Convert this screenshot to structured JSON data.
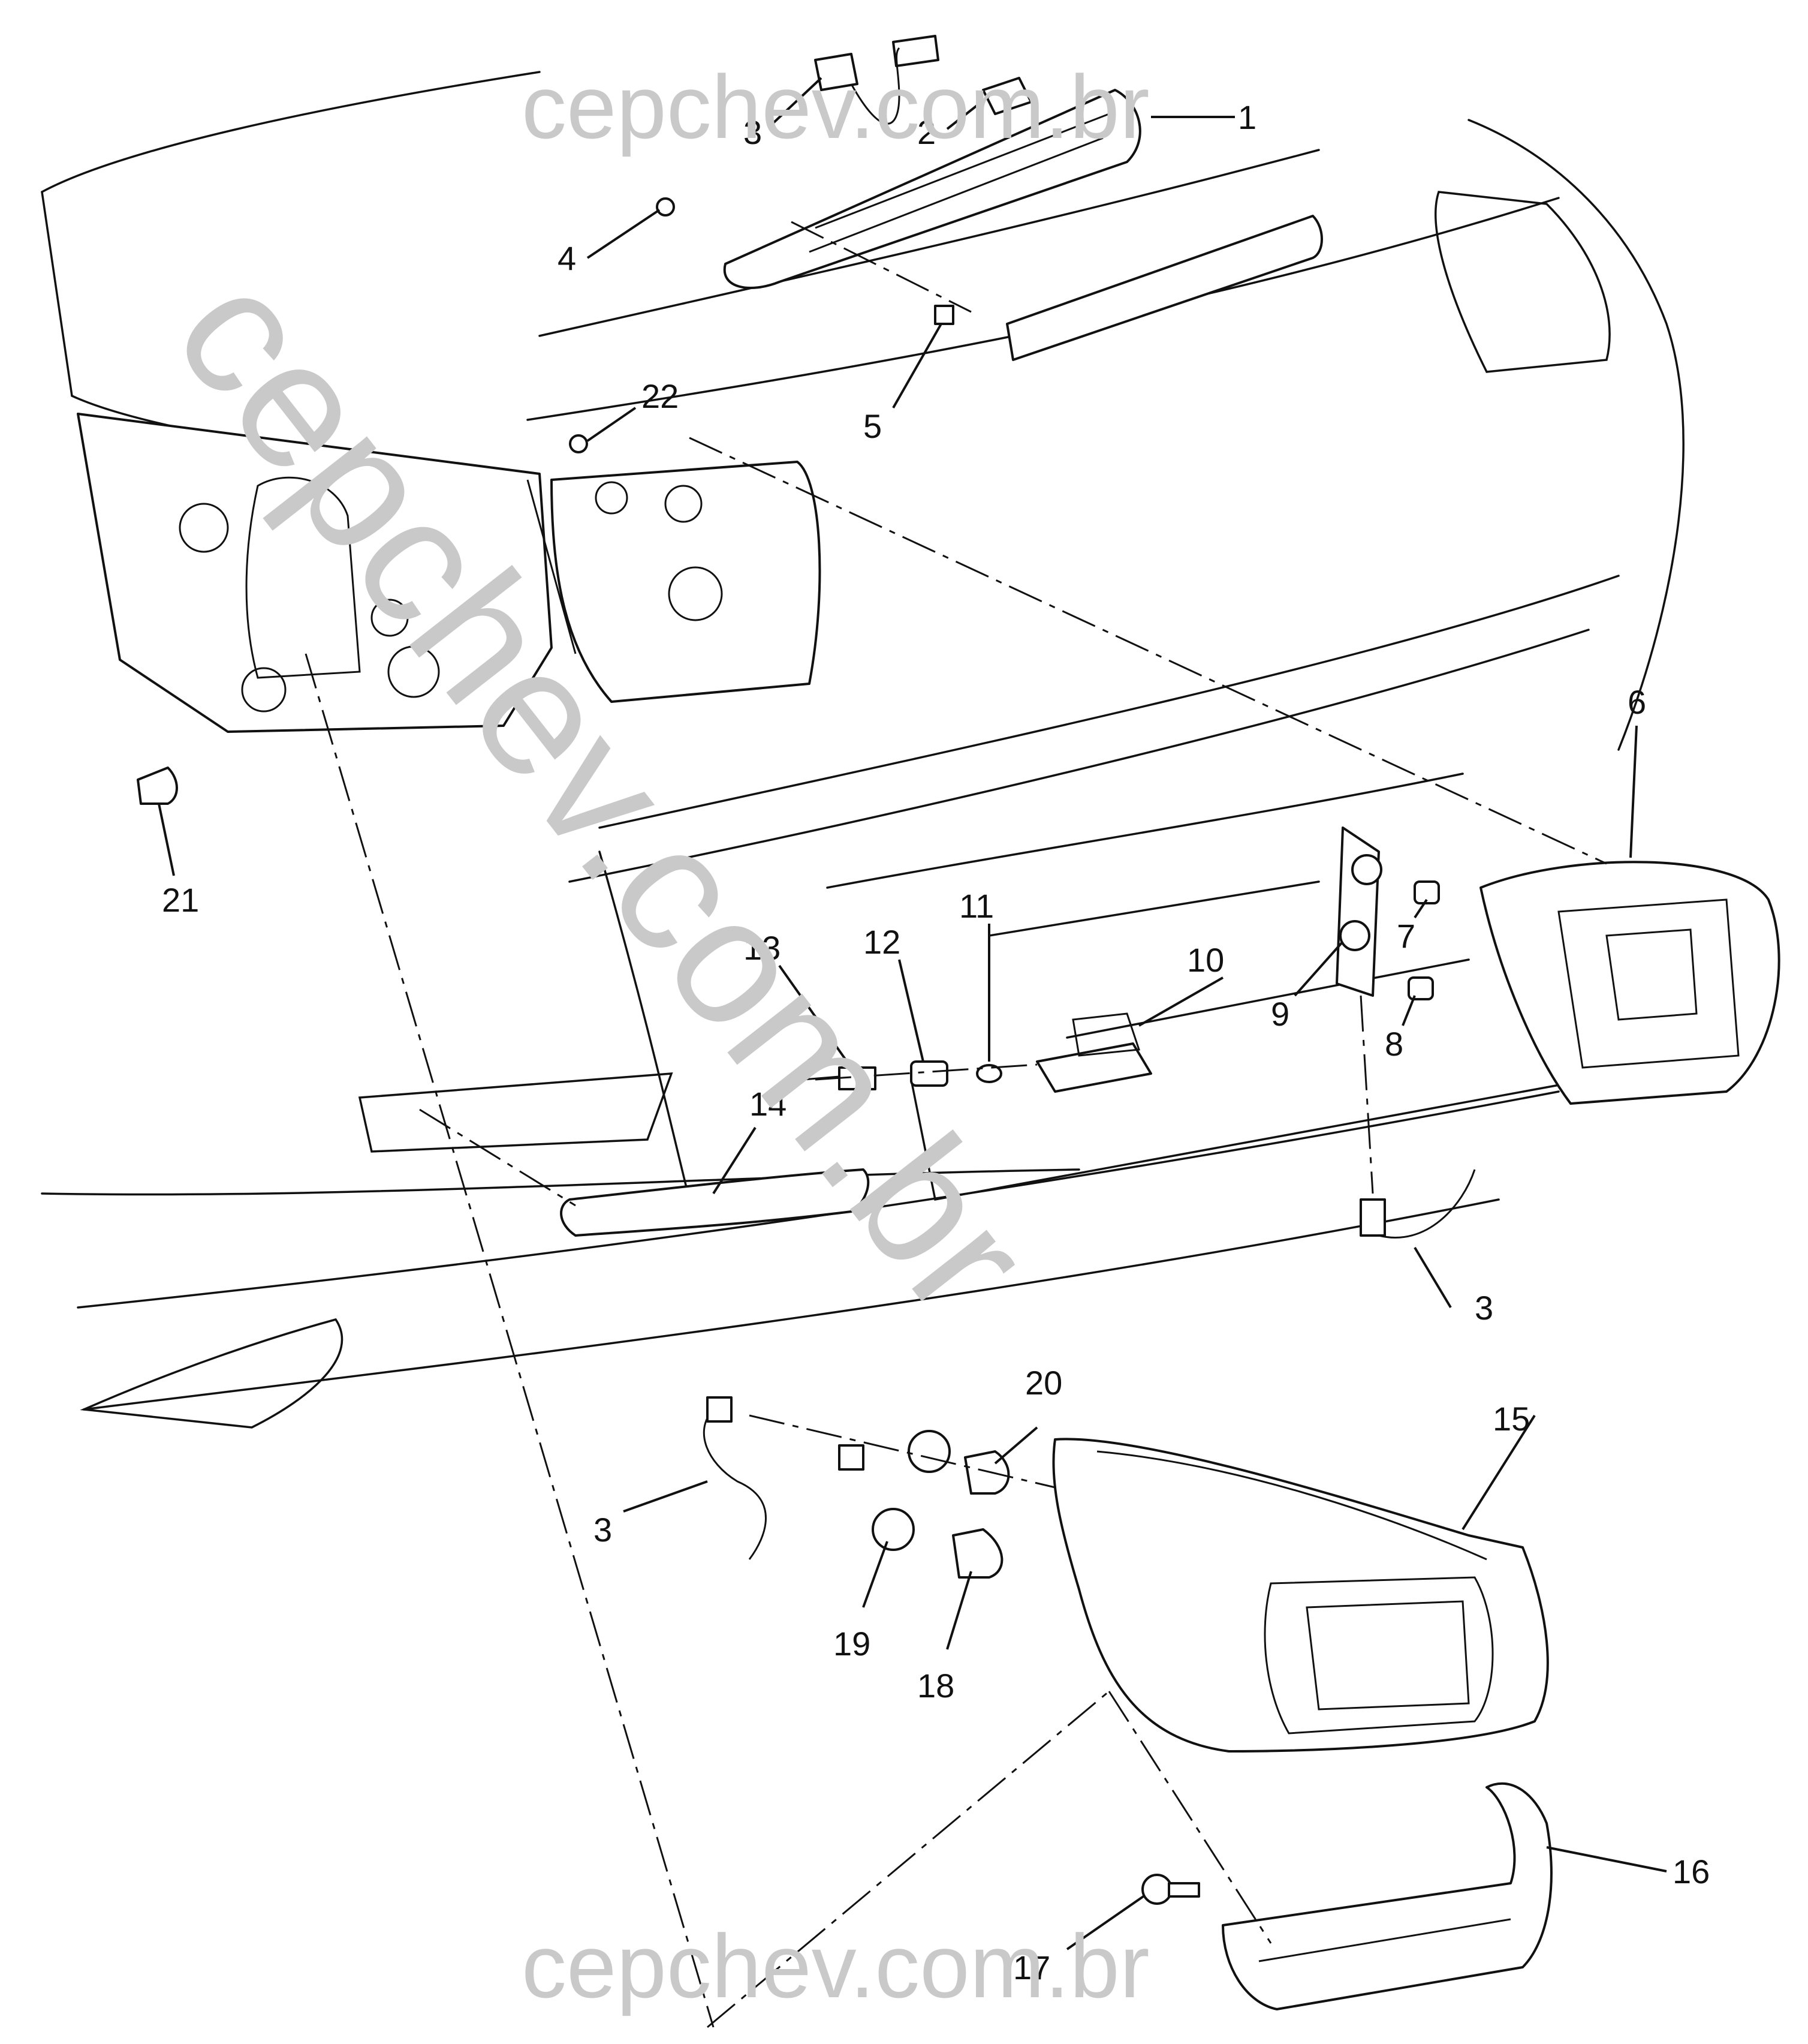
{
  "watermark": {
    "top": "cepchev.com.br",
    "diagonal": "cepchev.com.br",
    "bottom": "cepchev.com.br",
    "color": "#c9c9c9"
  },
  "callouts": [
    {
      "id": "c1",
      "label": "1"
    },
    {
      "id": "c2",
      "label": "2"
    },
    {
      "id": "c3a",
      "label": "3"
    },
    {
      "id": "c4",
      "label": "4"
    },
    {
      "id": "c5",
      "label": "5"
    },
    {
      "id": "c22",
      "label": "22"
    },
    {
      "id": "c21",
      "label": "21"
    },
    {
      "id": "c6",
      "label": "6"
    },
    {
      "id": "c7",
      "label": "7"
    },
    {
      "id": "c8",
      "label": "8"
    },
    {
      "id": "c9",
      "label": "9"
    },
    {
      "id": "c10",
      "label": "10"
    },
    {
      "id": "c11",
      "label": "11"
    },
    {
      "id": "c12",
      "label": "12"
    },
    {
      "id": "c13",
      "label": "13"
    },
    {
      "id": "c14",
      "label": "14"
    },
    {
      "id": "c3b",
      "label": "3"
    },
    {
      "id": "c3c",
      "label": "3"
    },
    {
      "id": "c15",
      "label": "15"
    },
    {
      "id": "c16",
      "label": "16"
    },
    {
      "id": "c17",
      "label": "17"
    },
    {
      "id": "c18",
      "label": "18"
    },
    {
      "id": "c19",
      "label": "19"
    },
    {
      "id": "c20",
      "label": "20"
    }
  ]
}
